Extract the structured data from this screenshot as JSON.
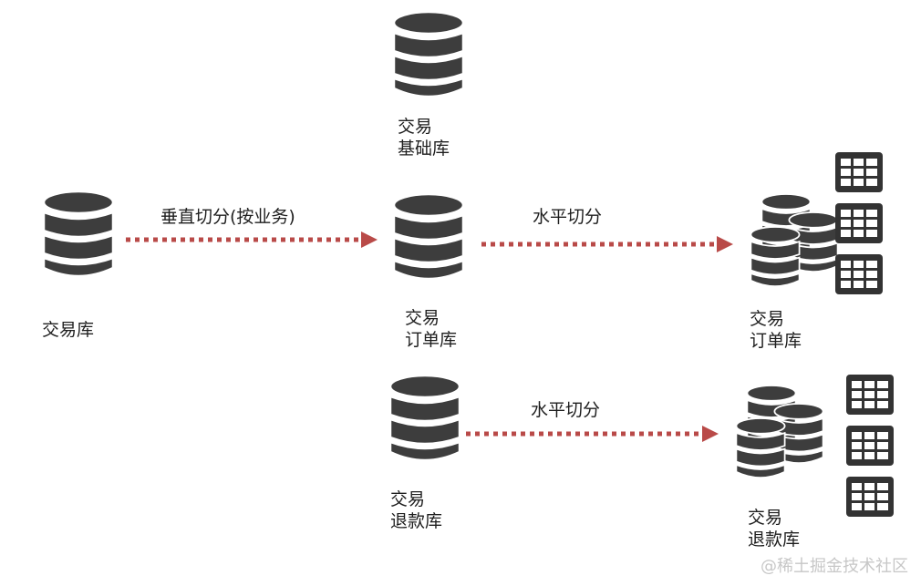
{
  "colors": {
    "db": "#3d3d3d",
    "arrow": "#b94a48",
    "grid": "#333333"
  },
  "icons": {
    "db": "database-icon",
    "db_cluster": "database-cluster-icon",
    "table": "table-grid-icon"
  },
  "nodes": {
    "source": {
      "label": "交易库"
    },
    "base": {
      "line1": "交易",
      "line2": "基础库"
    },
    "order": {
      "line1": "交易",
      "line2": "订单库"
    },
    "refund": {
      "line1": "交易",
      "line2": "退款库"
    },
    "order_shards": {
      "line1": "交易",
      "line2": "订单库"
    },
    "refund_shards": {
      "line1": "交易",
      "line2": "退款库"
    }
  },
  "edges": {
    "vertical": {
      "label": "垂直切分(按业务)"
    },
    "horizontal_order": {
      "label": "水平切分"
    },
    "horizontal_refund": {
      "label": "水平切分"
    }
  },
  "watermark": "@稀土掘金技术社区"
}
